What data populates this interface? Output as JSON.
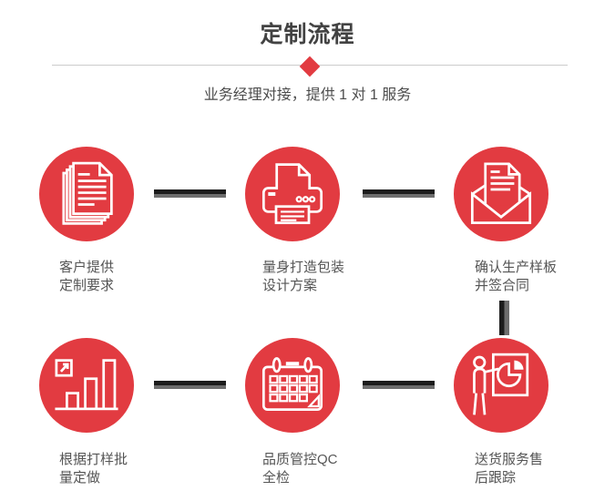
{
  "header": {
    "title": "定制流程",
    "subtitle": "业务经理对接，提供 1 对 1 服务"
  },
  "theme": {
    "accent_red": "#e23b41",
    "connector_dark": "#1c1c1c",
    "connector_gray": "#6d6d6d",
    "divider_gray": "#cccccc",
    "title_color": "#424242",
    "label_color": "#555555"
  },
  "steps": [
    {
      "id": 1,
      "icon": "documents-icon",
      "label_lines": [
        "客户提供",
        "定制要求"
      ]
    },
    {
      "id": 2,
      "icon": "printer-icon",
      "label_lines": [
        "量身打造包装",
        "设计方案"
      ]
    },
    {
      "id": 3,
      "icon": "envelope-icon",
      "label_lines": [
        "确认生产样板",
        "并签合同"
      ]
    },
    {
      "id": 4,
      "icon": "bar-chart-icon",
      "label_lines": [
        "根据打样批",
        "量定做"
      ]
    },
    {
      "id": 5,
      "icon": "calendar-icon",
      "label_lines": [
        "品质管控QC",
        "全检"
      ]
    },
    {
      "id": 6,
      "icon": "presentation-icon",
      "label_lines": [
        "送货服务售",
        "后跟踪"
      ]
    }
  ]
}
